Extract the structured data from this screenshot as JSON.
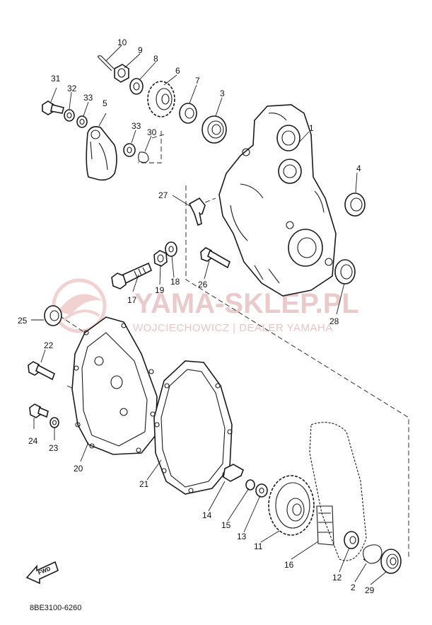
{
  "diagram": {
    "code": "8BE3100-6260",
    "watermark": {
      "title": "YAMA-SKLEP.PL",
      "subtitle": "WOJCIECHOWICZ | DEALER YAMAHA"
    },
    "fwd_label": "FWD",
    "callouts": [
      "1",
      "2",
      "3",
      "4",
      "5",
      "6",
      "7",
      "8",
      "9",
      "10",
      "11",
      "12",
      "13",
      "14",
      "15",
      "16",
      "17",
      "18",
      "19",
      "20",
      "21",
      "22",
      "23",
      "24",
      "25",
      "26",
      "27",
      "28",
      "29",
      "30",
      "31",
      "32",
      "33"
    ]
  }
}
